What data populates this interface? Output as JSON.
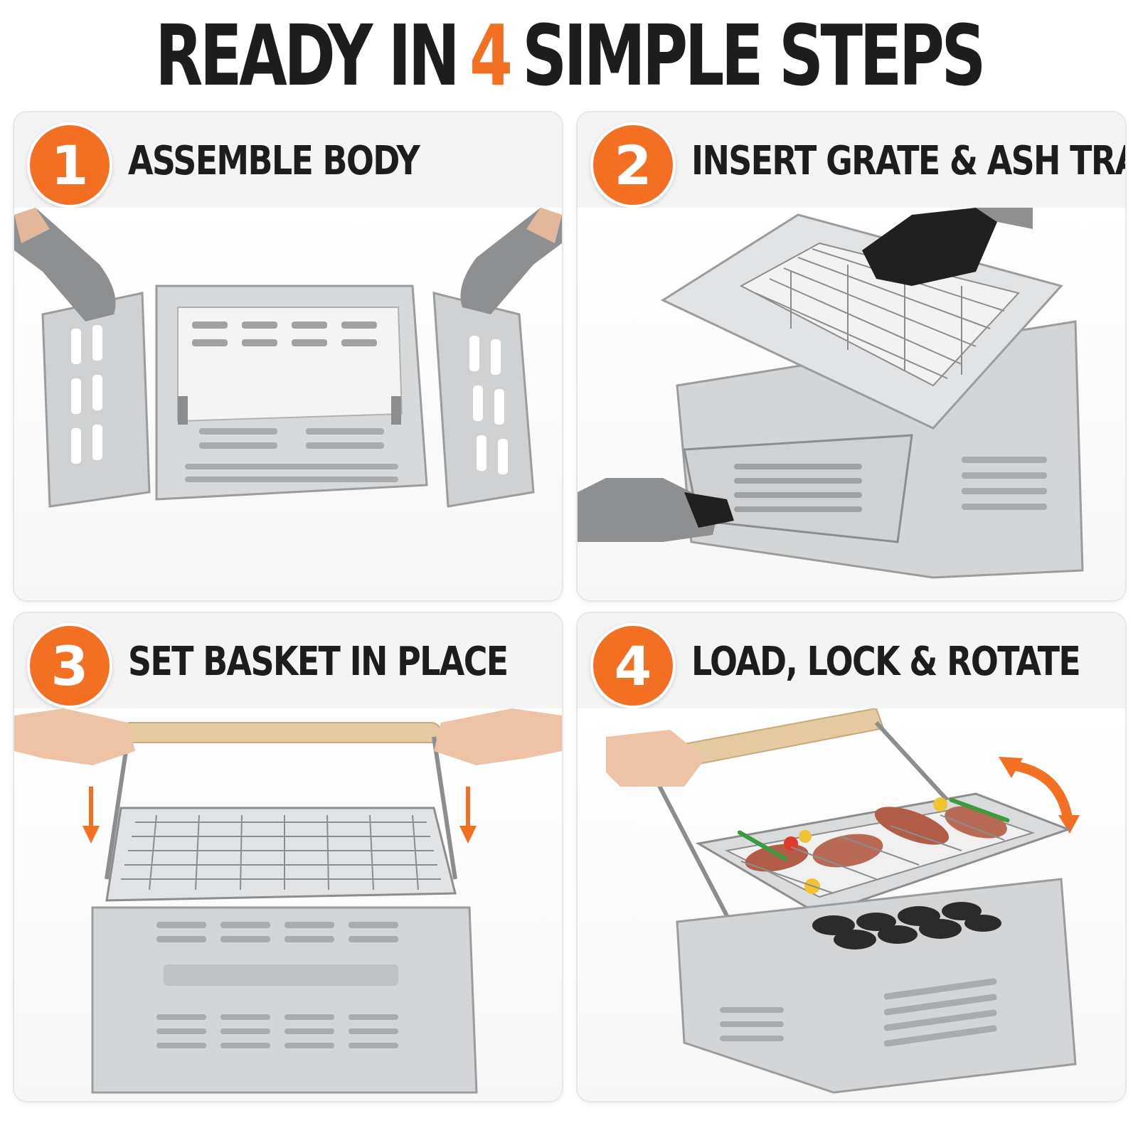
{
  "headline": {
    "before": "READY IN",
    "number": "4",
    "after": "SIMPLE STEPS"
  },
  "colors": {
    "accent": "#f36f21",
    "text": "#1d1d1d",
    "steel": "#c9cbcc",
    "panel": "#f4f4f4"
  },
  "steps": [
    {
      "number": "1",
      "title": "ASSEMBLE BODY"
    },
    {
      "number": "2",
      "title": "INSERT GRATE & ASH TRAY"
    },
    {
      "number": "3",
      "title": "SET BASKET IN PLACE"
    },
    {
      "number": "4",
      "title": "LOAD, LOCK & ROTATE"
    }
  ]
}
